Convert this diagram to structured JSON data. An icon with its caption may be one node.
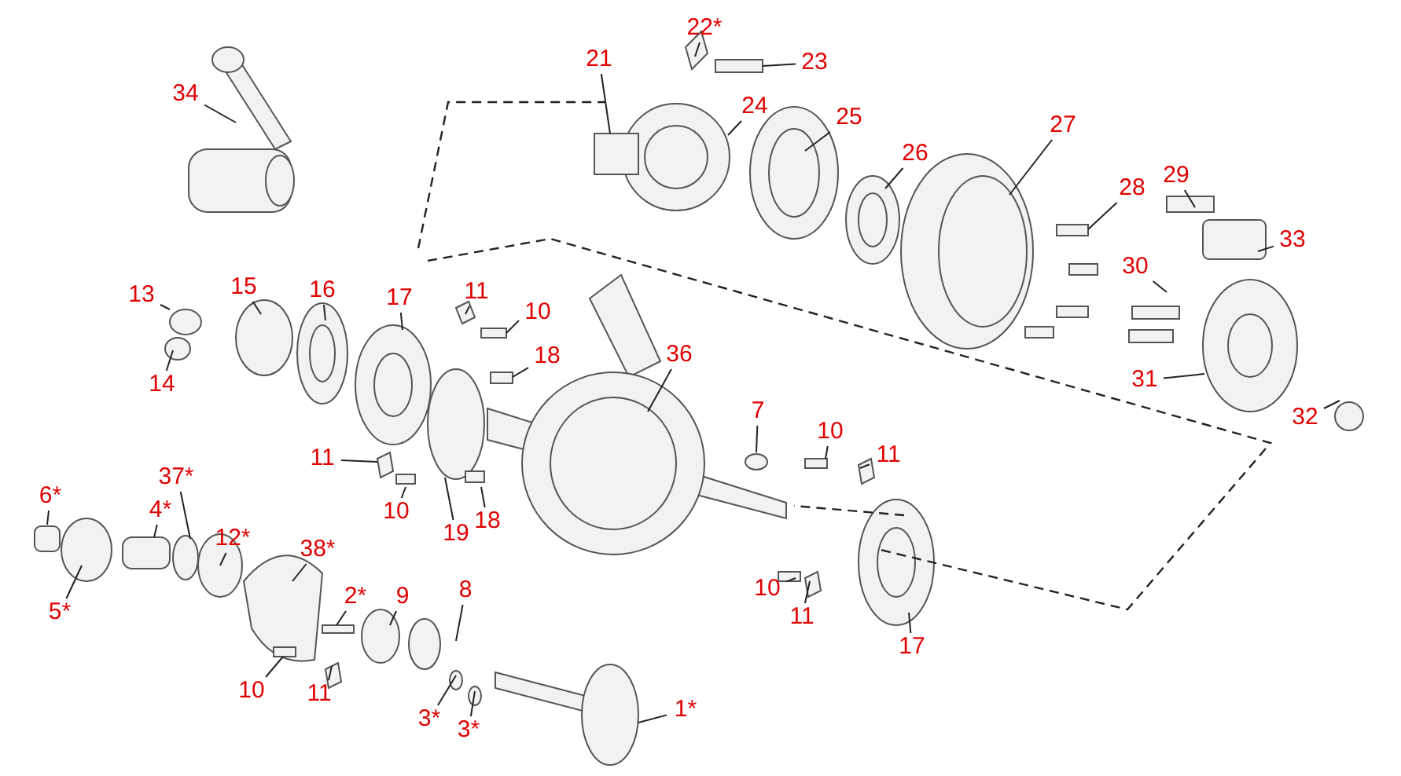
{
  "diagram": {
    "nodes": [
      {
        "text": [
          "34"
        ]
      },
      {
        "text": [
          "22*"
        ]
      },
      {
        "text": [
          "23"
        ]
      },
      {
        "text": [
          "21"
        ]
      },
      {
        "text": [
          "24"
        ]
      },
      {
        "text": [
          "25"
        ]
      },
      {
        "text": [
          "26"
        ]
      },
      {
        "text": [
          "27"
        ]
      },
      {
        "text": [
          "28"
        ]
      },
      {
        "text": [
          "29"
        ]
      },
      {
        "text": [
          "30"
        ]
      },
      {
        "text": [
          "33"
        ]
      },
      {
        "text": [
          "31"
        ]
      },
      {
        "text": [
          "32"
        ]
      },
      {
        "text": [
          "13"
        ]
      },
      {
        "text": [
          "14"
        ]
      },
      {
        "text": [
          "15"
        ]
      },
      {
        "text": [
          "16"
        ]
      },
      {
        "text": [
          "17"
        ]
      },
      {
        "text": [
          "11"
        ]
      },
      {
        "text": [
          "10"
        ]
      },
      {
        "text": [
          "18"
        ]
      },
      {
        "text": [
          "36"
        ]
      },
      {
        "text": [
          "7"
        ]
      },
      {
        "text": [
          "10"
        ]
      },
      {
        "text": [
          "11"
        ]
      },
      {
        "text": [
          "11"
        ]
      },
      {
        "text": [
          "10"
        ]
      },
      {
        "text": [
          "19"
        ]
      },
      {
        "text": [
          "18"
        ]
      },
      {
        "text": [
          "6*"
        ]
      },
      {
        "text": [
          "4*"
        ]
      },
      {
        "text": [
          "37*"
        ]
      },
      {
        "text": [
          "12*"
        ]
      },
      {
        "text": [
          "5*"
        ]
      },
      {
        "text": [
          "38*"
        ]
      },
      {
        "text": [
          "2*"
        ]
      },
      {
        "text": [
          "9"
        ]
      },
      {
        "text": [
          "8"
        ]
      },
      {
        "text": [
          "10"
        ]
      },
      {
        "text": [
          "11"
        ]
      },
      {
        "text": [
          "17"
        ]
      },
      {
        "text": [
          "10"
        ]
      },
      {
        "text": [
          "11"
        ]
      },
      {
        "text": [
          "3*"
        ]
      },
      {
        "text": [
          "3*"
        ]
      },
      {
        "text": [
          "1*"
        ]
      },
      {
        "text": [],
        "shape": "circle"
      },
      {
        "text": [],
        "shape": "box"
      },
      {
        "text": [],
        "shape": "picture"
      },
      {
        "text": [],
        "shape": "picture"
      },
      {
        "text": [],
        "shape": "box"
      },
      {
        "text": [],
        "shape": "box"
      },
      {
        "text": [],
        "shape": "box"
      },
      {
        "text": [],
        "shape": "picture"
      }
    ],
    "edges": [
      {
        "from": 0,
        "to": null,
        "arrow": "none"
      },
      {
        "from": 1,
        "to": null,
        "arrow": "none"
      },
      {
        "from": 2,
        "to": 53,
        "arrow": "none"
      },
      {
        "from": 3,
        "to": 52,
        "arrow": "none"
      },
      {
        "from": 4,
        "to": null,
        "arrow": "none"
      },
      {
        "from": 5,
        "to": null,
        "arrow": "none"
      },
      {
        "from": 6,
        "to": null,
        "arrow": "none"
      },
      {
        "from": 7,
        "to": null,
        "arrow": "none"
      },
      {
        "from": 8,
        "to": null,
        "arrow": "none"
      },
      {
        "from": 9,
        "to": null,
        "arrow": "none"
      },
      {
        "from": 10,
        "to": null,
        "arrow": "none"
      },
      {
        "from": 11,
        "to": null,
        "arrow": "none"
      },
      {
        "from": 12,
        "to": null,
        "arrow": "none"
      },
      {
        "from": 13,
        "to": null,
        "arrow": "none"
      },
      {
        "from": 14,
        "to": null,
        "arrow": "none"
      },
      {
        "from": 15,
        "to": null,
        "arrow": "none"
      },
      {
        "from": 16,
        "to": null,
        "arrow": "none"
      },
      {
        "from": 17,
        "to": null,
        "arrow": "none"
      },
      {
        "from": 18,
        "to": null,
        "arrow": "none"
      },
      {
        "from": 19,
        "to": null,
        "arrow": "none"
      },
      {
        "from": 20,
        "to": 51,
        "arrow": "none"
      },
      {
        "from": 21,
        "to": null,
        "arrow": "none"
      },
      {
        "from": 22,
        "to": null,
        "arrow": "none"
      },
      {
        "from": 23,
        "to": null,
        "arrow": "none"
      },
      {
        "from": 24,
        "to": null,
        "arrow": "none"
      },
      {
        "from": 25,
        "to": 54,
        "arrow": "none"
      },
      {
        "from": 26,
        "to": 50,
        "arrow": "none"
      },
      {
        "from": 27,
        "to": null,
        "arrow": "none"
      },
      {
        "from": 28,
        "to": null,
        "arrow": "none"
      },
      {
        "from": 29,
        "to": null,
        "arrow": "none"
      },
      {
        "from": 30,
        "to": null,
        "arrow": "none"
      },
      {
        "from": 31,
        "to": null,
        "arrow": "none"
      },
      {
        "from": 32,
        "to": 47,
        "arrow": "none"
      },
      {
        "from": 33,
        "to": null,
        "arrow": "none"
      },
      {
        "from": 34,
        "to": null,
        "arrow": "none"
      },
      {
        "from": 35,
        "to": null,
        "arrow": "none"
      },
      {
        "from": 36,
        "to": null,
        "arrow": "none"
      },
      {
        "from": 37,
        "to": null,
        "arrow": "none"
      },
      {
        "from": 38,
        "to": null,
        "arrow": "none"
      },
      {
        "from": 39,
        "to": null,
        "arrow": "none"
      },
      {
        "from": 40,
        "to": null,
        "arrow": "none"
      },
      {
        "from": 41,
        "to": null,
        "arrow": "none"
      },
      {
        "from": 42,
        "to": 48,
        "arrow": "none"
      },
      {
        "from": 43,
        "to": 49,
        "arrow": "none"
      },
      {
        "from": 44,
        "to": null,
        "arrow": "none"
      },
      {
        "from": 45,
        "to": null,
        "arrow": "none"
      },
      {
        "from": 46,
        "to": null,
        "arrow": "none"
      }
    ]
  }
}
